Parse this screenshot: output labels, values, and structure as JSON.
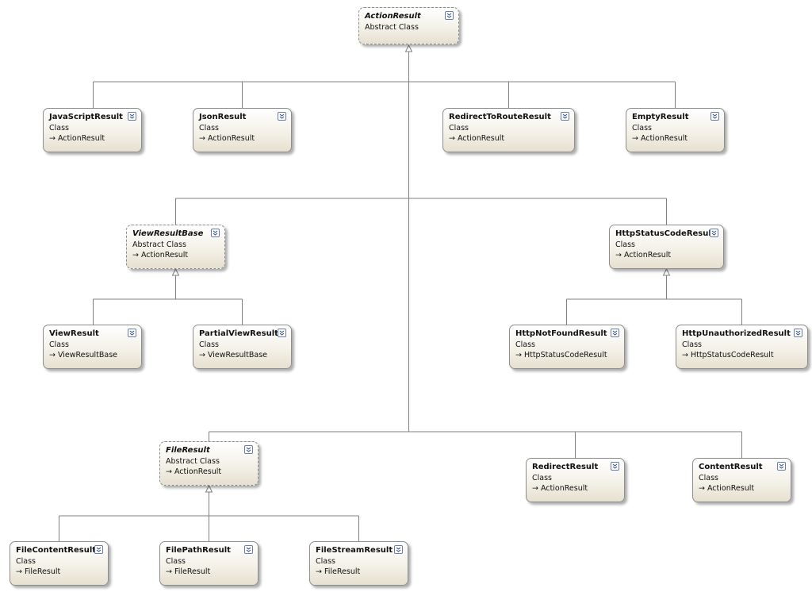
{
  "diagram": {
    "nodes": {
      "ActionResult": {
        "name": "ActionResult",
        "kind": "Abstract Class",
        "base": ""
      },
      "JavaScriptResult": {
        "name": "JavaScriptResult",
        "kind": "Class",
        "base": "ActionResult"
      },
      "JsonResult": {
        "name": "JsonResult",
        "kind": "Class",
        "base": "ActionResult"
      },
      "RedirectToRouteResult": {
        "name": "RedirectToRouteResult",
        "kind": "Class",
        "base": "ActionResult"
      },
      "EmptyResult": {
        "name": "EmptyResult",
        "kind": "Class",
        "base": "ActionResult"
      },
      "ViewResultBase": {
        "name": "ViewResultBase",
        "kind": "Abstract Class",
        "base": "ActionResult"
      },
      "HttpStatusCodeResult": {
        "name": "HttpStatusCodeResult",
        "kind": "Class",
        "base": "ActionResult"
      },
      "ViewResult": {
        "name": "ViewResult",
        "kind": "Class",
        "base": "ViewResultBase"
      },
      "PartialViewResult": {
        "name": "PartialViewResult",
        "kind": "Class",
        "base": "ViewResultBase"
      },
      "HttpNotFoundResult": {
        "name": "HttpNotFoundResult",
        "kind": "Class",
        "base": "HttpStatusCodeResult"
      },
      "HttpUnauthorizedResult": {
        "name": "HttpUnauthorizedResult",
        "kind": "Class",
        "base": "HttpStatusCodeResult"
      },
      "FileResult": {
        "name": "FileResult",
        "kind": "Abstract Class",
        "base": "ActionResult"
      },
      "RedirectResult": {
        "name": "RedirectResult",
        "kind": "Class",
        "base": "ActionResult"
      },
      "ContentResult": {
        "name": "ContentResult",
        "kind": "Class",
        "base": "ActionResult"
      },
      "FileContentResult": {
        "name": "FileContentResult",
        "kind": "Class",
        "base": "FileResult"
      },
      "FilePathResult": {
        "name": "FilePathResult",
        "kind": "Class",
        "base": "FileResult"
      },
      "FileStreamResult": {
        "name": "FileStreamResult",
        "kind": "Class",
        "base": "FileResult"
      }
    },
    "inherit_arrow": "→",
    "toggle_icon": "chevron-double-down-icon",
    "colors": {
      "connector": "#808080",
      "node_border": "#8d8d8d",
      "toggle": "#2a4a8a"
    }
  }
}
